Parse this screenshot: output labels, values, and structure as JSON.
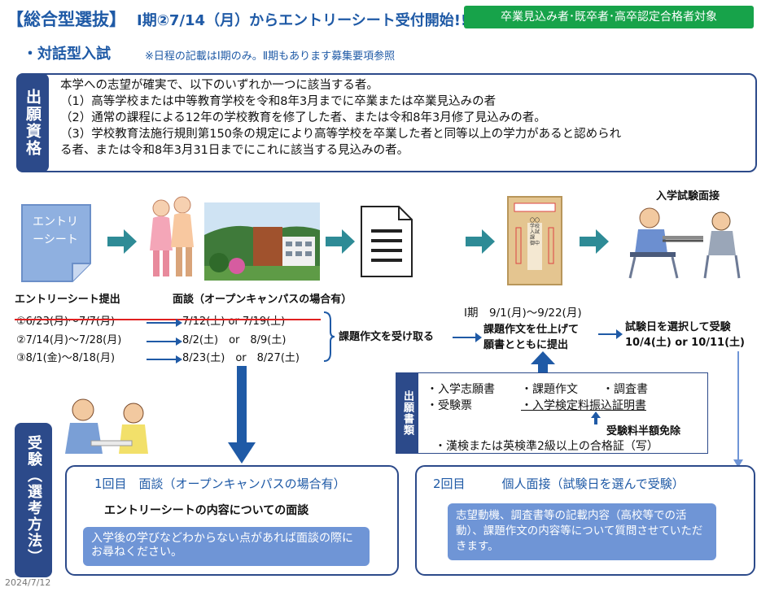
{
  "header": {
    "title": "【総合型選抜】",
    "subtitle": "Ⅰ期②7/14（月）からエントリーシート受付開始!!",
    "badge": "卒業見込み者･既卒者･高卒認定合格者対象"
  },
  "section": {
    "title": "・対話型入試",
    "note": "※日程の記載はⅠ期のみ。Ⅱ期もあります募集要項参照"
  },
  "qualification": {
    "label": "出願資格",
    "lines": [
      "本学への志望が確実で、以下のいずれか一つに該当する者。",
      "（1）高等学校または中等教育学校を令和8年3月までに卒業または卒業見込みの者",
      "（2）通常の課程による12年の学校教育を修了した者、または令和8年3月修了見込みの者。",
      "（3）学校教育法施行規則第150条の規定により高等学校を卒業した者と同等以上の学力があると認められ",
      "る者、または令和8年3月31日までにこれに該当する見込みの者。"
    ]
  },
  "flow": {
    "entry_sheet_box": "エントリーシート",
    "entry_label": "エントリーシート提出",
    "interview_label": "面談（オープンキャンパスの場合有）",
    "exam_interview_label": "入学試験面接",
    "schedule": [
      {
        "entry": "①6/23(月)～7/7(月)",
        "interview": "7/12(土) or 7/19(土)",
        "struck": true
      },
      {
        "entry": "②7/14(月)～7/28(月)",
        "interview": "8/2(土)　or　8/9(土)",
        "struck": false
      },
      {
        "entry": "③8/1(金)～8/18(月)",
        "interview": "8/23(土)　or　8/27(土)",
        "struck": false
      }
    ],
    "receive_task": "課題作文を受け取る",
    "period": "Ⅰ期　9/1(月)～9/22(月)",
    "submit_line1": "課題作文を仕上げて",
    "submit_line2": "願書とともに提出",
    "exam_line1": "試験日を選択して受験",
    "exam_line2": "10/4(土) or 10/11(土)"
  },
  "docs": {
    "label": "出願書類",
    "items": [
      "・入学志願書",
      "・課題作文",
      "・調査書",
      "・受験票",
      "・入学検定料振込証明書"
    ],
    "discount": "受験料半額免除",
    "cert": "・漢検または英検準2級以上の合格証（写）"
  },
  "exam_method": {
    "label": "受験（選考方法）",
    "round1_title": "1回目　面談（オープンキャンパスの場合有）",
    "round1_sub": "エントリーシートの内容についての面談",
    "round1_note": "入学後の学びなどわからない点があれば面談の際にお尋ねください。",
    "round2_title": "2回目　　　個人面接（試験日を選んで受験）",
    "round2_note": "志望動機、調査書等の記載内容（高校等での活動）、課題作文の内容等について質問させていただきます。"
  },
  "envelope": {
    "text": "〇〇学校 入試課 御中"
  },
  "footer": {
    "date": "2024/7/12"
  },
  "colors": {
    "accent": "#1f5aa6",
    "navy": "#2c4a8a",
    "green": "#17a34a",
    "arrow": "#2e8b96",
    "panel_fill": "#6f95d6"
  }
}
